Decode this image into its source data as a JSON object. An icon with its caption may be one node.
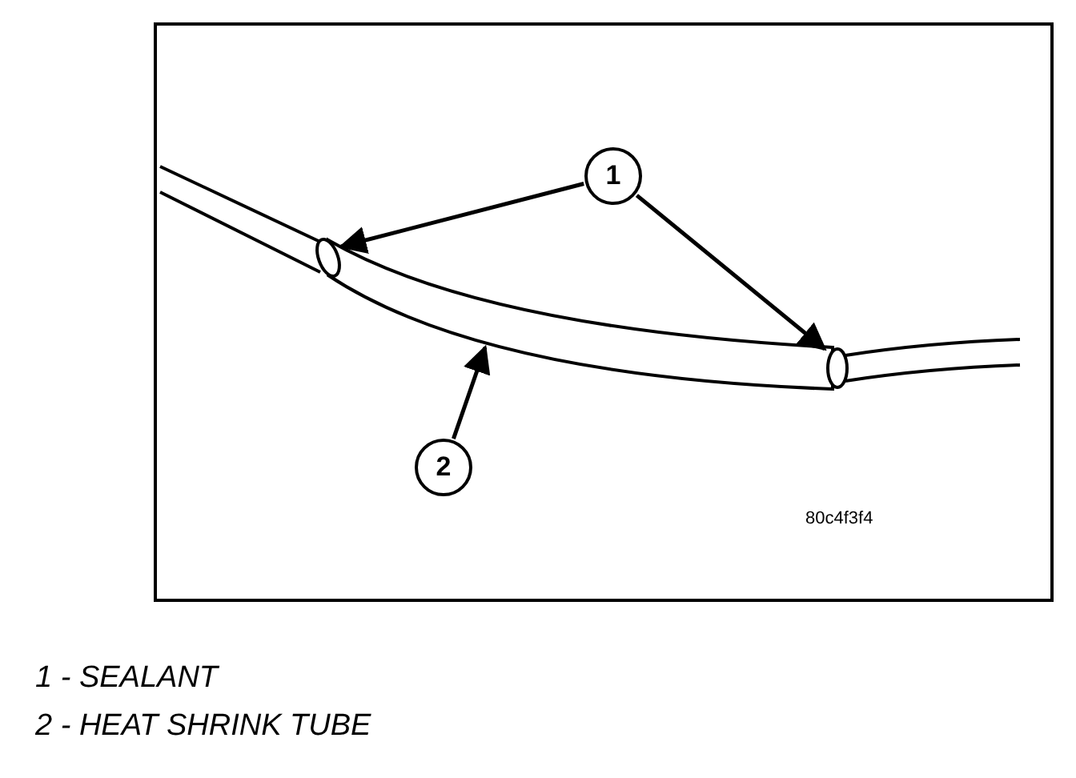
{
  "diagram": {
    "nodes": [
      {
        "text": [
          "1"
        ]
      },
      {
        "text": [],
        "shape": "cylinder"
      },
      {
        "text": [],
        "shape": "cylinder"
      },
      {
        "text": [
          "2"
        ]
      },
      {
        "text": [],
        "shape": "cylinder"
      }
    ],
    "edges": [
      {
        "from": 0,
        "to": 1,
        "arrow": "to"
      },
      {
        "from": 0,
        "to": 2,
        "arrow": "to"
      },
      {
        "from": 3,
        "to": 4,
        "arrow": "to"
      }
    ],
    "labels": [
      "80c4f3f4",
      "1 - SEALANT",
      "2 - HEAT SHRINK TUBE"
    ]
  }
}
